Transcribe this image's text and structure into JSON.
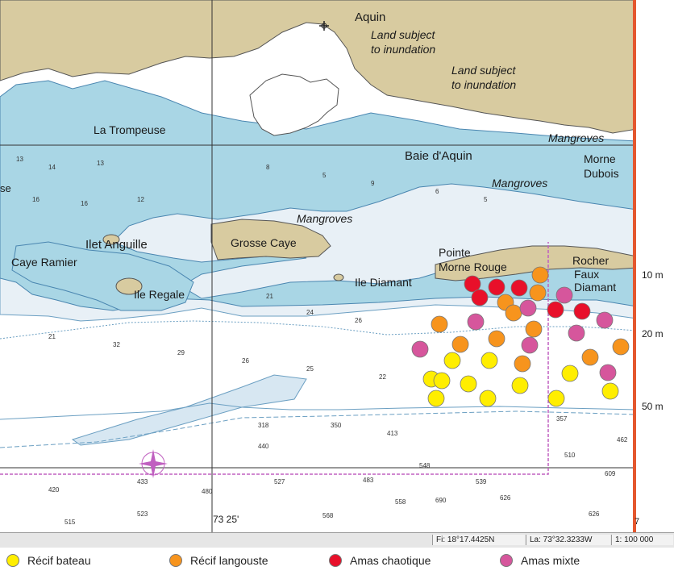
{
  "map": {
    "places": {
      "aquin": "Aquin",
      "la_trompeuse": "La Trompeuse",
      "baie_aquin": "Baie d'Aquin",
      "morne_dubois": "Morne\nDubois",
      "ilet_anguille": "Ilet Anguille",
      "grosse_caye": "Grosse Caye",
      "caye_ramier": "Caye Ramier",
      "ile_regale": "Ile Regale",
      "ile_diamant": "Ile Diamant",
      "pointe_morne_rouge_1": "Pointe",
      "pointe_morne_rouge_2": "Morne Rouge",
      "rocher_1": "Rocher",
      "rocher_2": "Faux",
      "rocher_3": "Diamant",
      "se_cut": "se"
    },
    "notes": {
      "land_inundation_1a": "Land subject",
      "land_inundation_1b": "to inundation",
      "land_inundation_2a": "Land subject",
      "land_inundation_2b": "to inundation",
      "mangroves_1": "Mangroves",
      "mangroves_2": "Mangroves",
      "mangroves_3": "Mangroves"
    },
    "longitude_label": "73 25'",
    "right_edge_number": "7",
    "depth_scale": [
      "10 m",
      "20 m",
      "50 m"
    ],
    "colors": {
      "land": "#d8cba0",
      "shallow": "#a9d6e5",
      "medium": "#e9f1f6",
      "deep": "#ffffff",
      "border_red": "#e4572e",
      "magenta": "#c060c0"
    }
  },
  "status_bar": {
    "lat": "Fi: 18°17.4425N",
    "lon": "La: 73°32.3233W",
    "scale": "1: 100 000"
  },
  "legend": [
    {
      "label": "Récif bateau",
      "color": "#ffee00"
    },
    {
      "label": "Récif langouste",
      "color": "#f7941d"
    },
    {
      "label": "Amas chaotique",
      "color": "#e8102a"
    },
    {
      "label": "Amas mixte",
      "color": "#d6569c"
    }
  ],
  "reef_points": {
    "recif_bateau": [
      [
        561,
        447
      ],
      [
        607,
        447
      ],
      [
        535,
        470
      ],
      [
        548,
        472
      ],
      [
        581,
        476
      ],
      [
        645,
        478
      ],
      [
        707,
        463
      ],
      [
        757,
        485
      ],
      [
        541,
        494
      ],
      [
        605,
        494
      ],
      [
        690,
        494
      ]
    ],
    "recif_langouste": [
      [
        670,
        341
      ],
      [
        627,
        375
      ],
      [
        667,
        363
      ],
      [
        545,
        402
      ],
      [
        637,
        388
      ],
      [
        616,
        420
      ],
      [
        662,
        408
      ],
      [
        571,
        427
      ],
      [
        648,
        451
      ],
      [
        732,
        443
      ],
      [
        770,
        430
      ]
    ],
    "amas_chaotique": [
      [
        586,
        352
      ],
      [
        616,
        356
      ],
      [
        644,
        357
      ],
      [
        595,
        369
      ],
      [
        689,
        384
      ],
      [
        722,
        386
      ]
    ],
    "amas_mixte": [
      [
        700,
        366
      ],
      [
        655,
        382
      ],
      [
        590,
        399
      ],
      [
        750,
        397
      ],
      [
        715,
        413
      ],
      [
        521,
        433
      ],
      [
        657,
        428
      ],
      [
        754,
        462
      ]
    ]
  }
}
